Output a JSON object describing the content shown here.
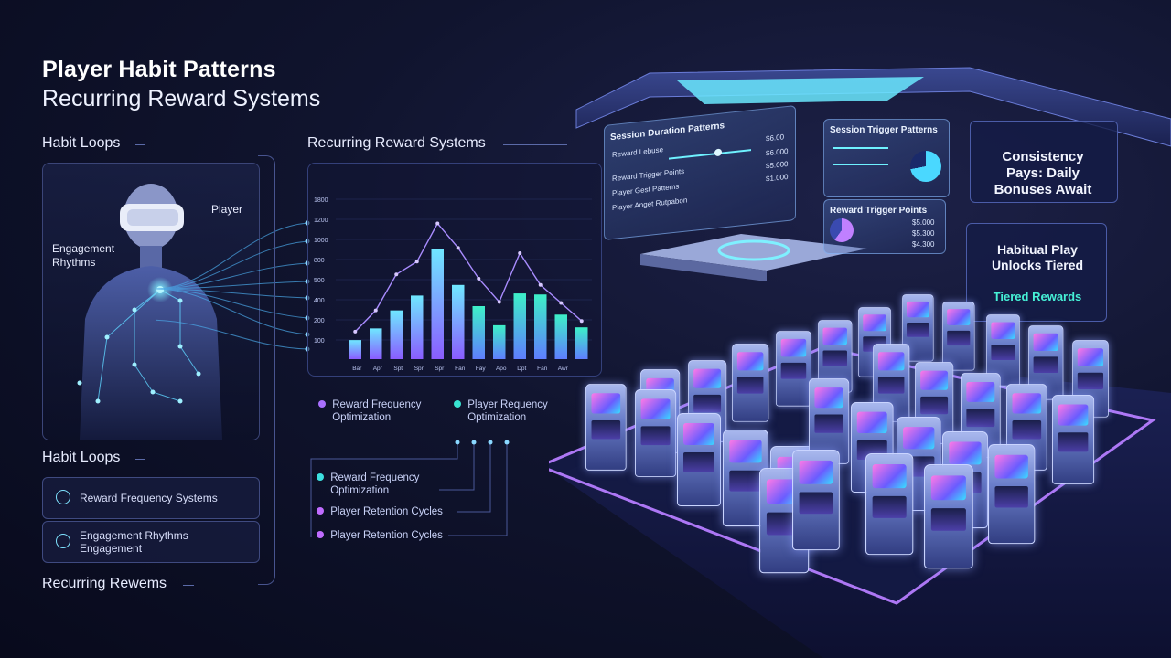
{
  "header": {
    "title": "Player Habit Patterns",
    "subtitle": "Recurring Reward Systems"
  },
  "left": {
    "section1": "Habit Loops",
    "player_label": "Player",
    "engagement_label": "Engagement Rhythms",
    "section2": "Habit Loops",
    "cards": [
      {
        "label": "Reward Frequency Systems"
      },
      {
        "label": "Engagement Rhythms Engagement"
      }
    ],
    "section3": "Recurring Rewems"
  },
  "chart_section": {
    "title": "Recurring Reward Systems",
    "legend": [
      {
        "label": "Reward Frequency Optimization",
        "color": "#a970ff"
      },
      {
        "label": "Player Requency Optimization",
        "color": "#38e3d2"
      }
    ]
  },
  "chart_data": {
    "type": "bar",
    "categories": [
      "Bar",
      "Apr",
      "Spt",
      "Spr",
      "Spr",
      "Fan",
      "Fay",
      "Apo",
      "Dpt",
      "Fan",
      "Awr"
    ],
    "values": [
      180,
      290,
      460,
      600,
      1040,
      700,
      500,
      320,
      620,
      610,
      420,
      300
    ],
    "line_values": [
      260,
      460,
      800,
      920,
      1280,
      1050,
      760,
      540,
      1000,
      700,
      530,
      360
    ],
    "y_ticks": [
      "1800",
      "1200",
      "1000",
      "800",
      "500",
      "400",
      "200",
      "100"
    ],
    "ylim": [
      0,
      1500
    ]
  },
  "mid_list": [
    {
      "label": "Reward Frequency Optimization",
      "color": "#3de0e0"
    },
    {
      "label": "Player Retention Cycles",
      "color": "#c06cff"
    },
    {
      "label": "Player Retention Cycles",
      "color": "#c06cff"
    }
  ],
  "holo": {
    "session": {
      "title": "Session Duration Patterns",
      "rows": [
        "Reward Lebuse",
        "Reward Trigger Points",
        "Player Gest Pattems",
        "Player Anget Rutpabon"
      ],
      "vals": [
        "$6.00",
        "$6.000",
        "$5.000",
        "$1.000"
      ]
    },
    "trigger": {
      "title": "Session Trigger Patterns"
    },
    "reward": {
      "title": "Reward Trigger Points",
      "vals": [
        "$5.000",
        "$5.300",
        "$4.300"
      ]
    },
    "consistency": "Consistency Pays: Daily Bonuses Await",
    "habitual": "Habitual Play Unlocks Tiered",
    "tiered": "Tiered Rewards"
  },
  "colors": {
    "accent_cyan": "#39e0ff",
    "accent_purple": "#a970ff",
    "bar_start": "#7d5cff",
    "bar_end": "#3de6d0"
  }
}
